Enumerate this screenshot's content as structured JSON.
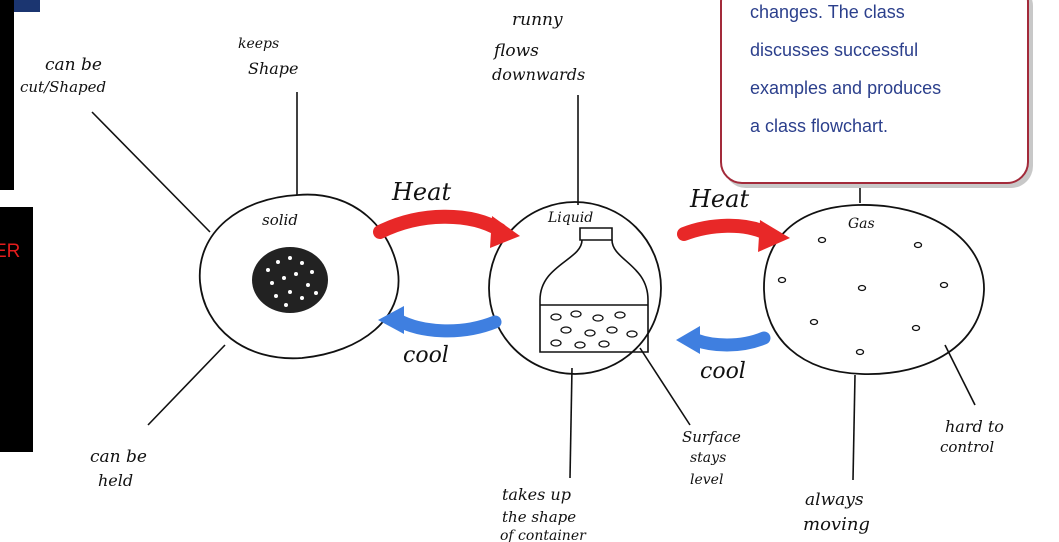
{
  "side_panel": {
    "cut_label": "ER"
  },
  "callout": {
    "lines": [
      "changes. The class",
      "discusses successful",
      "examples and produces",
      "a class flowchart."
    ]
  },
  "states": {
    "solid": {
      "label": "solid"
    },
    "liquid": {
      "label": "Liquid"
    },
    "gas": {
      "label": "Gas"
    }
  },
  "arrows": {
    "heat_1": "Heat",
    "heat_2": "Heat",
    "cool_1": "cool",
    "cool_2": "cool"
  },
  "properties": {
    "solid_cut": [
      "can be",
      "cut/Shaped"
    ],
    "solid_shape": [
      "keeps",
      "Shape"
    ],
    "solid_held": [
      "can be",
      "held"
    ],
    "liquid_runny": [
      "runny",
      "flows",
      "downwards"
    ],
    "liquid_container": [
      "takes up",
      "the shape",
      "of container"
    ],
    "liquid_surface": [
      "Surface",
      "stays",
      "level"
    ],
    "gas_moving": [
      "always",
      "moving"
    ],
    "gas_control": [
      "hard to",
      "control"
    ]
  },
  "colors": {
    "heat": "#e82828",
    "cool": "#3f7fe0",
    "callout_border": "#a32a3a",
    "callout_text": "#2b3f8c"
  }
}
